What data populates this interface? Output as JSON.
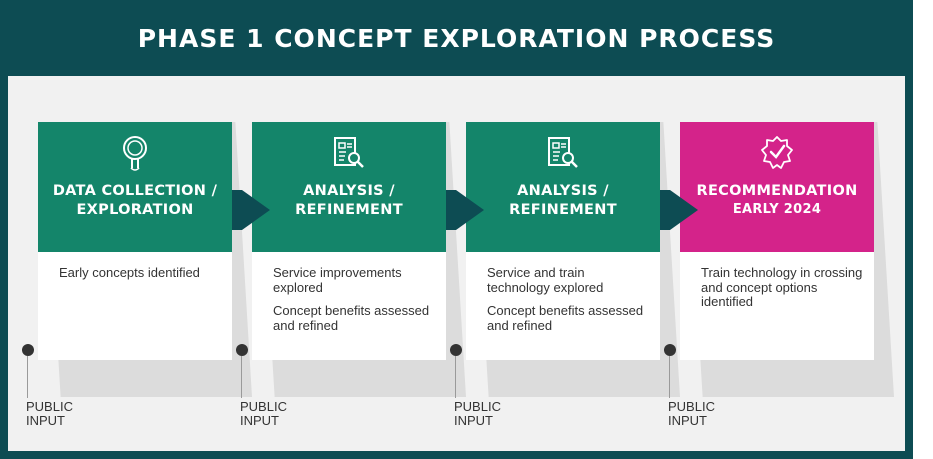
{
  "title": "PHASE 1 CONCEPT EXPLORATION PROCESS",
  "colors": {
    "frame": "#0d4c53",
    "green": "#14856a",
    "pink": "#d4238a"
  },
  "steps": [
    {
      "title": "DATA COLLECTION / EXPLORATION",
      "subtitle": "",
      "icon": "magnifier-icon",
      "body": [
        "Early concepts identified"
      ]
    },
    {
      "title": "ANALYSIS / REFINEMENT",
      "subtitle": "",
      "icon": "document-search-icon",
      "body": [
        "Service improvements explored",
        "Concept benefits assessed and refined"
      ]
    },
    {
      "title": "ANALYSIS / REFINEMENT",
      "subtitle": "",
      "icon": "document-search-icon",
      "body": [
        "Service and train technology explored",
        "Concept benefits assessed and refined"
      ]
    },
    {
      "title": "RECOMMENDATION",
      "subtitle": "EARLY 2024",
      "icon": "badge-check-icon",
      "body": [
        "Train technology in crossing and concept options identified"
      ]
    }
  ],
  "public_input": [
    "PUBLIC INPUT",
    "PUBLIC INPUT",
    "PUBLIC INPUT",
    "PUBLIC INPUT"
  ]
}
